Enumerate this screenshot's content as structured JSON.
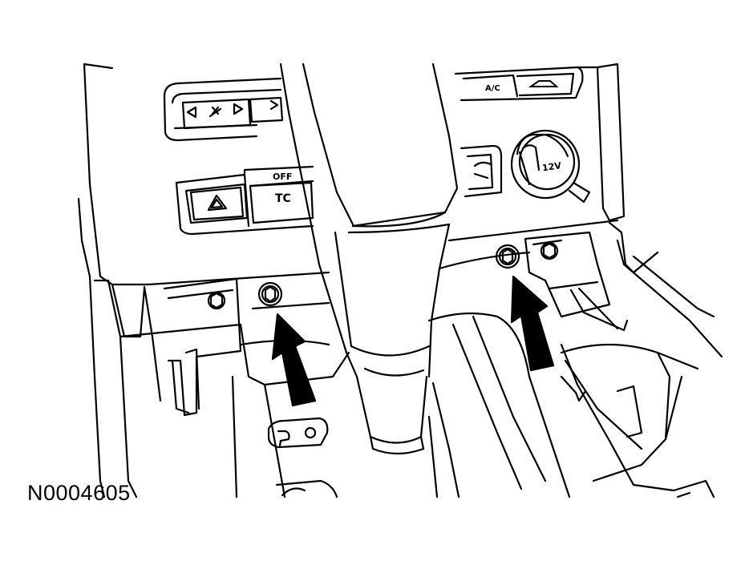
{
  "figure_id": "N0004605",
  "labels": {
    "ac_button": "A/C",
    "off_label": "OFF",
    "tc_label": "TC",
    "power_point": "12V"
  },
  "icons": [
    "hazard-triangle-icon",
    "recirculation-icon",
    "fan-icon",
    "windshield-defrost-icon",
    "power-outlet-icon",
    "bolt-icon",
    "arrow-icon"
  ],
  "colors": {
    "line": "#000000",
    "background": "#ffffff"
  }
}
